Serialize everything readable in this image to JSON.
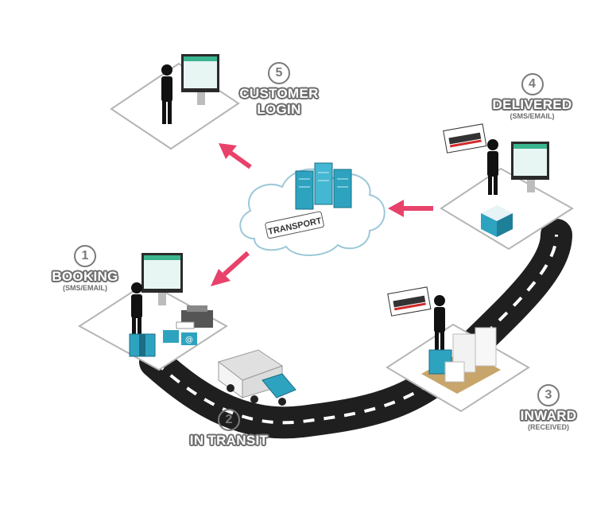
{
  "steps": [
    {
      "number": "1",
      "title": "BOOKING",
      "subtitle": "(SMS/EMAIL)"
    },
    {
      "number": "2",
      "title": "IN TRANSIT",
      "subtitle": ""
    },
    {
      "number": "3",
      "title": "INWARD",
      "subtitle": "(RECEIVED)"
    },
    {
      "number": "4",
      "title": "DELIVERED",
      "subtitle": "(SMS/EMAIL)"
    },
    {
      "number": "5",
      "title": "CUSTOMER",
      "title2": "LOGIN",
      "subtitle": ""
    }
  ],
  "cloud": {
    "logo_text": "TRANSPORT"
  },
  "colors": {
    "arrow": "#e8426a",
    "teal": "#2ea3c0",
    "road": "#1f1f1f",
    "platform": "#ffffff",
    "outline": "#b0b0b0"
  }
}
